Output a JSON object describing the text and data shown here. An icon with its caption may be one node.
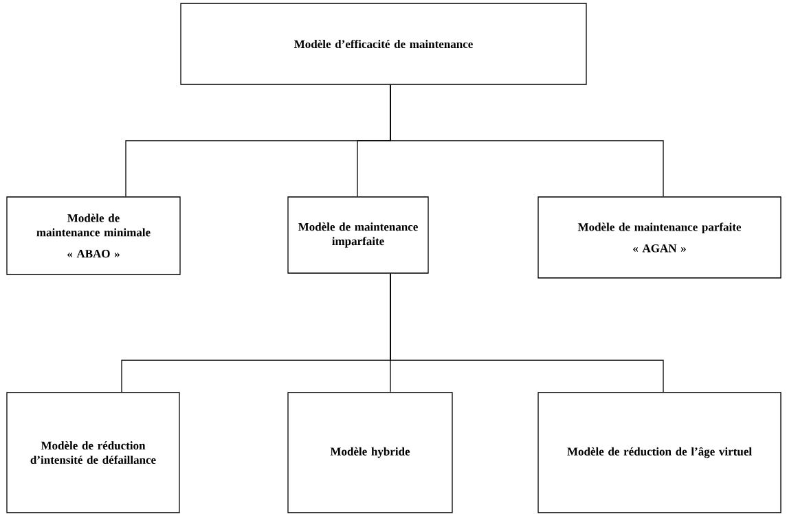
{
  "diagram": {
    "nodes": [
      {
        "text": [
          "Modèle d’efficacité de maintenance"
        ]
      },
      {
        "text": [
          "Modèle de maintenance minimale",
          "« ABAO »"
        ]
      },
      {
        "text": [
          "Modèle de maintenance imparfaite"
        ]
      },
      {
        "text": [
          "Modèle de maintenance parfaite",
          "« AGAN »"
        ]
      },
      {
        "text": [
          "Modèle de réduction d’intensité de défaillance"
        ]
      },
      {
        "text": [
          "Modèle hybride"
        ]
      },
      {
        "text": [
          "Modèle de réduction de l’âge virtuel"
        ]
      }
    ],
    "edges": [
      {
        "from": 0,
        "to": 1,
        "arrow": "none"
      },
      {
        "from": 0,
        "to": 2,
        "arrow": "none"
      },
      {
        "from": 0,
        "to": 3,
        "arrow": "none"
      },
      {
        "from": 2,
        "to": 4,
        "arrow": "none"
      },
      {
        "from": 2,
        "to": 5,
        "arrow": "none"
      },
      {
        "from": 2,
        "to": 6,
        "arrow": "none"
      }
    ]
  }
}
